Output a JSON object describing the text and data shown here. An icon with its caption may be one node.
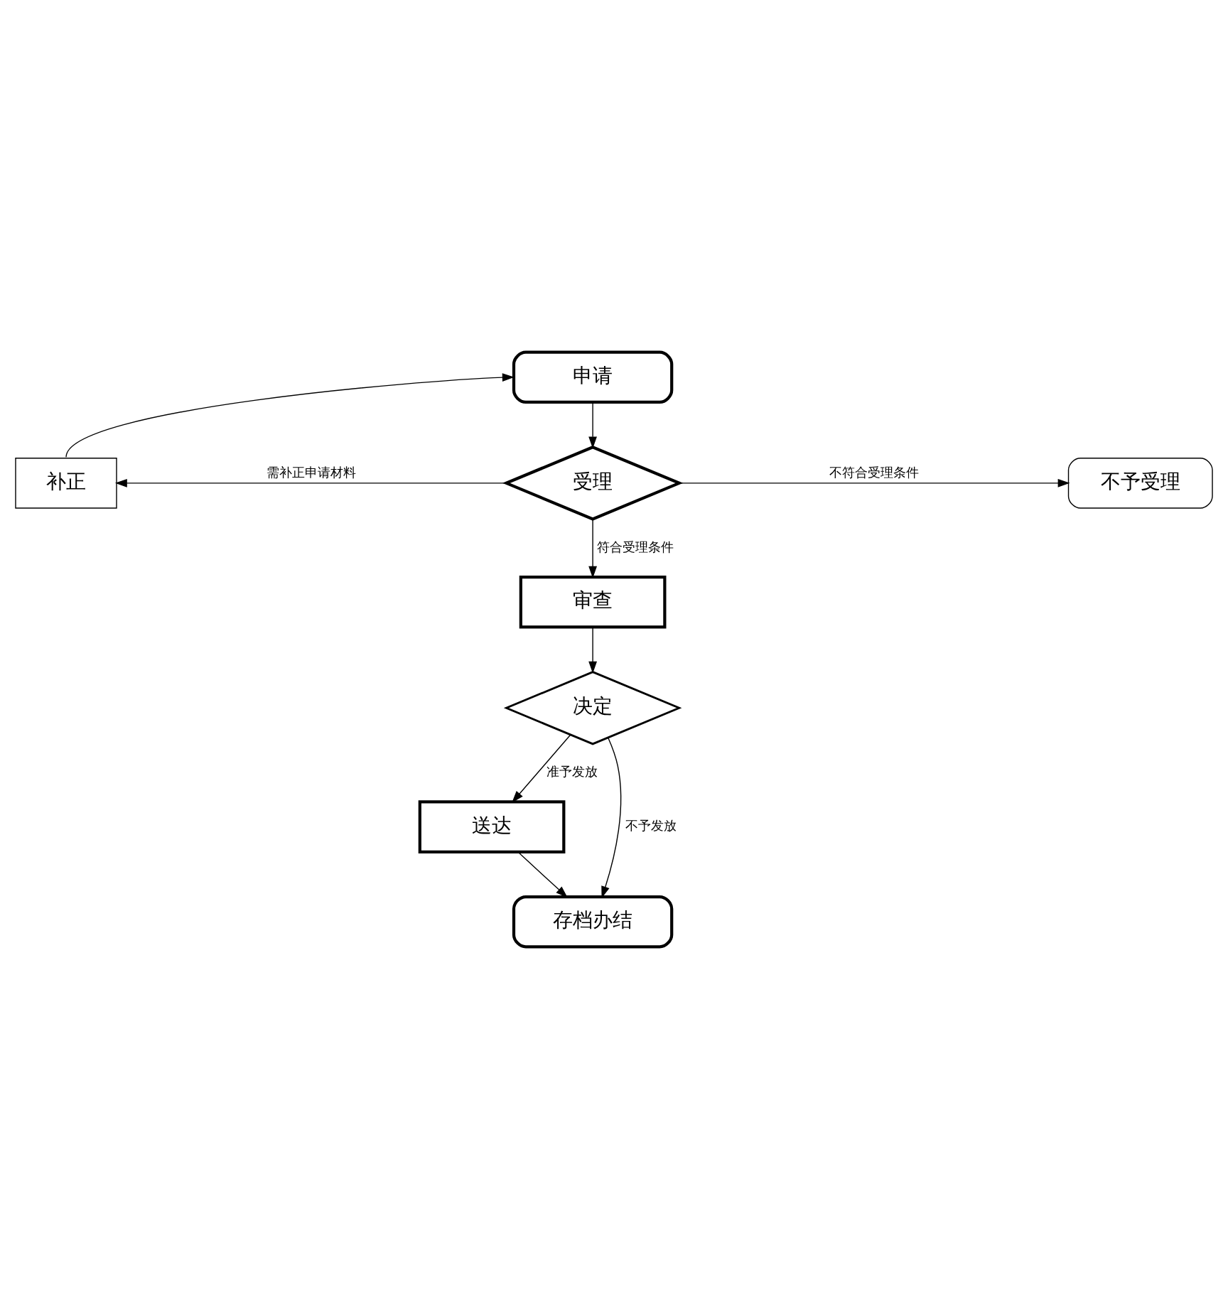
{
  "diagram": {
    "nodes": [
      {
        "text": [
          "申请"
        ]
      },
      {
        "text": [
          "补正"
        ]
      },
      {
        "text": [
          "受理"
        ]
      },
      {
        "text": [
          "不予受理"
        ]
      },
      {
        "text": [
          "审查"
        ]
      },
      {
        "text": [
          "决定"
        ]
      },
      {
        "text": [
          "送达"
        ]
      },
      {
        "text": [
          "存档办结"
        ]
      }
    ],
    "edges": [
      {
        "from": 0,
        "to": 2,
        "arrow": "to"
      },
      {
        "from": 2,
        "to": 1,
        "arrow": "to",
        "label": "需补正申请材料"
      },
      {
        "from": 1,
        "to": 0,
        "arrow": "to"
      },
      {
        "from": 2,
        "to": 3,
        "arrow": "to",
        "label": "不符合受理条件"
      },
      {
        "from": 2,
        "to": 4,
        "arrow": "to",
        "label": "符合受理条件"
      },
      {
        "from": 4,
        "to": 5,
        "arrow": "to"
      },
      {
        "from": 5,
        "to": 6,
        "arrow": "to",
        "label": "准予发放"
      },
      {
        "from": 5,
        "to": 7,
        "arrow": "to",
        "label": "不予发放"
      },
      {
        "from": 6,
        "to": 7,
        "arrow": "to"
      }
    ]
  }
}
